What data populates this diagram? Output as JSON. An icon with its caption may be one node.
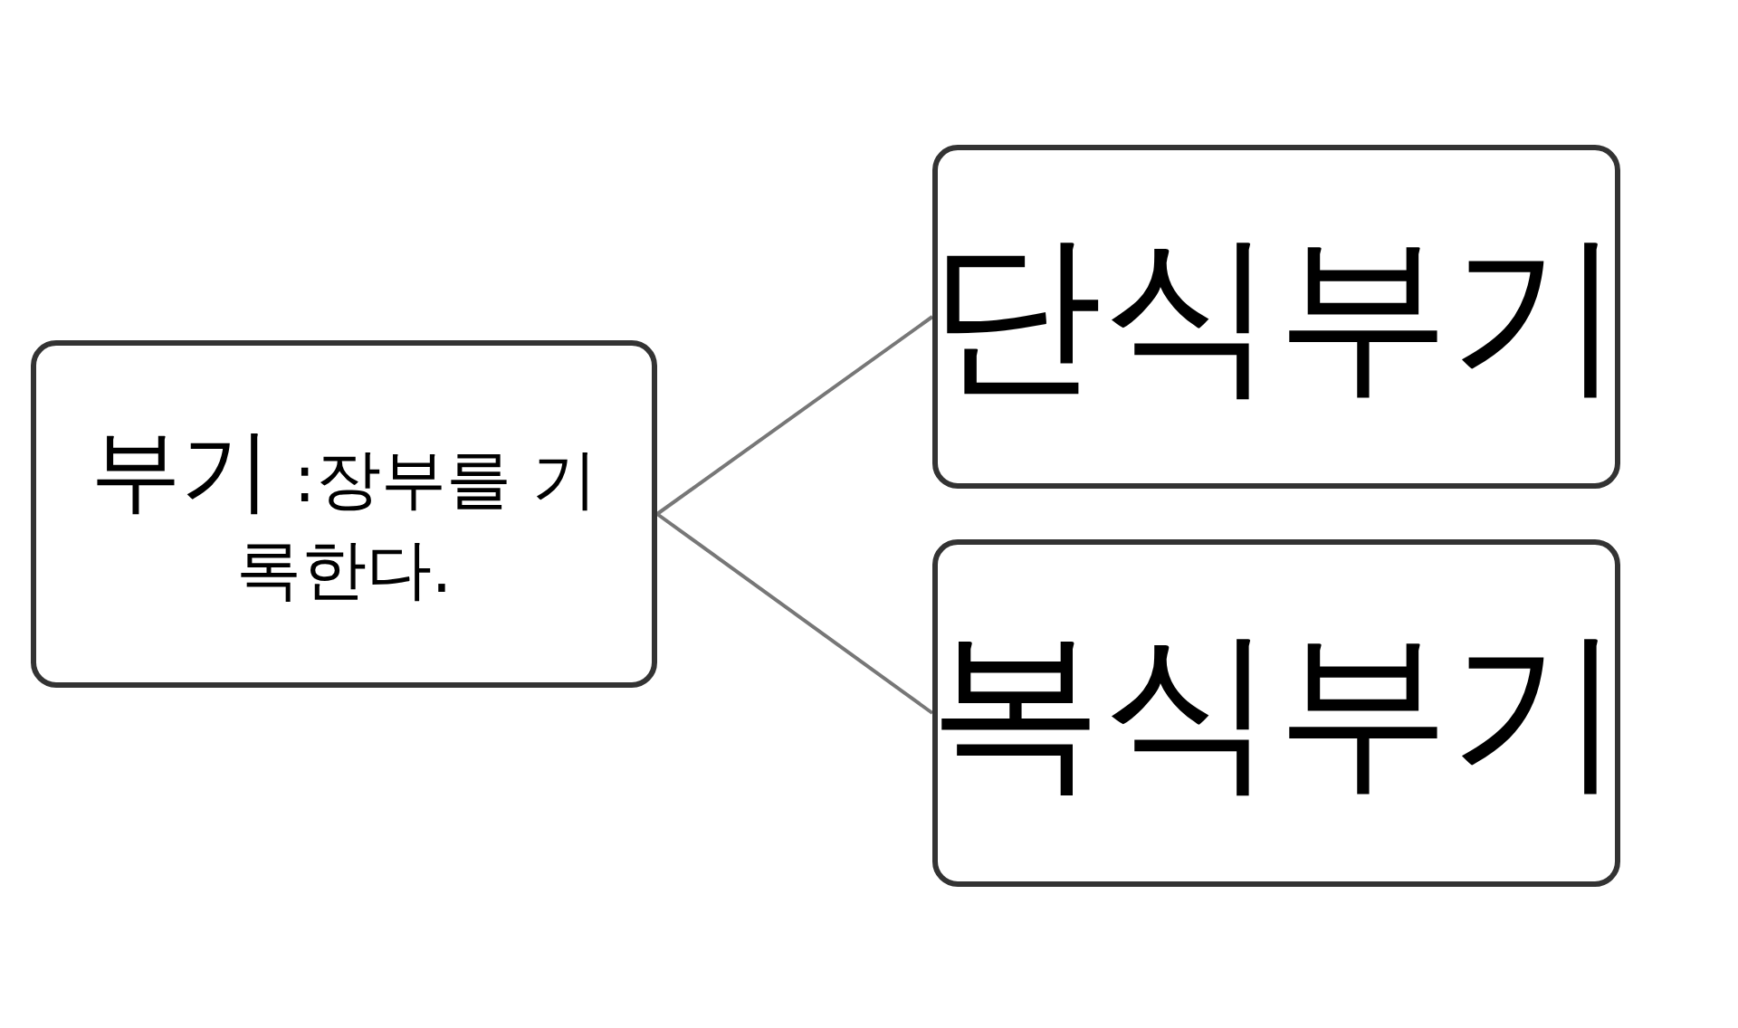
{
  "diagram": {
    "nodes": [
      {
        "text": [
          "부기",
          ":장부를 기록한다."
        ]
      },
      {
        "text": [
          "단식부기"
        ]
      },
      {
        "text": [
          "복식부기"
        ]
      }
    ],
    "edges": [
      {
        "from": 0,
        "to": 1,
        "arrow": "none"
      },
      {
        "from": 0,
        "to": 2,
        "arrow": "none"
      }
    ]
  }
}
